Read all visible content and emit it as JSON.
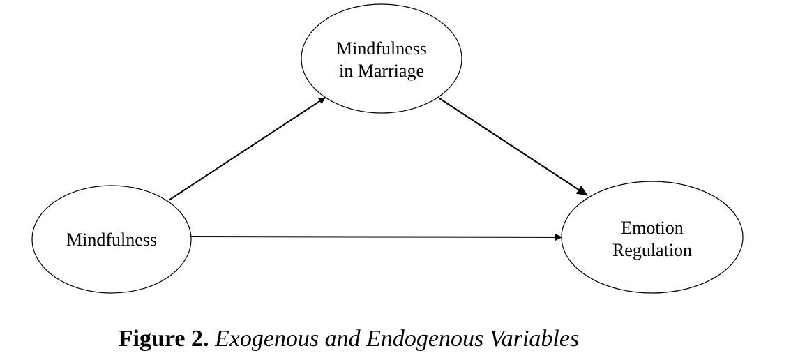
{
  "nodes": {
    "mindfulness_in_marriage": {
      "line1": "Mindfulness",
      "line2": "in Marriage"
    },
    "mindfulness": {
      "label": "Mindfulness"
    },
    "emotion_regulation": {
      "line1": "Emotion",
      "line2": "Regulation"
    }
  },
  "edges": [
    {
      "from": "Mindfulness",
      "to": "Mindfulness in Marriage"
    },
    {
      "from": "Mindfulness in Marriage",
      "to": "Emotion Regulation"
    },
    {
      "from": "Mindfulness",
      "to": "Emotion Regulation"
    }
  ],
  "caption": {
    "number": "Figure 2.",
    "title": "Exogenous and Endogenous Variables"
  },
  "colors": {
    "stroke": "#000000",
    "background": "#ffffff"
  }
}
